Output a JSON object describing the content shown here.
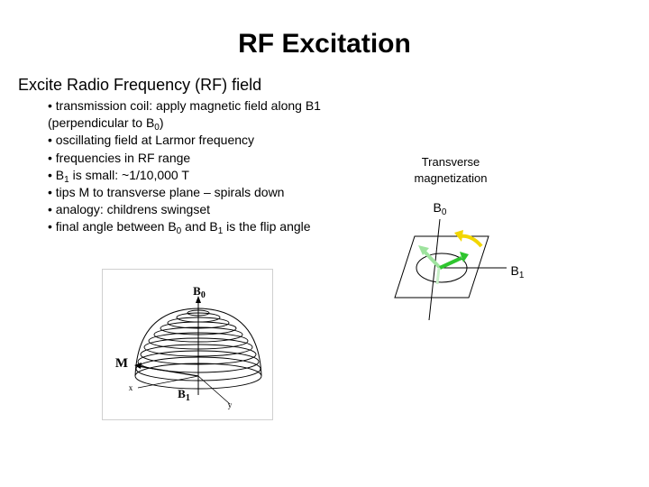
{
  "title": "RF Excitation",
  "subtitle": "Excite Radio Frequency (RF) field",
  "bullets": [
    {
      "text": "• transmission coil: apply magnetic field along B1"
    },
    {
      "pre": "(perpendicular to B",
      "sub": "0",
      "post": ")"
    },
    {
      "text": "• oscillating field at Larmor frequency"
    },
    {
      "text": "• frequencies in RF range"
    },
    {
      "pre": "• B",
      "sub": "1",
      "post": " is small: ~1/10,000 T"
    },
    {
      "text": "• tips M to transverse plane – spirals down"
    },
    {
      "text": "• analogy: childrens swingset"
    },
    {
      "pre": "• final angle between B",
      "sub": "0",
      "mid": " and B",
      "sub2": "1",
      "post": " is the flip angle"
    }
  ],
  "right_diagram": {
    "label_top_line1": "Transverse",
    "label_top_line2": "magnetization",
    "b0_label": "B",
    "b0_sub": "0",
    "b1_label": "B",
    "b1_sub": "1",
    "colors": {
      "yellow": "#f2d600",
      "green": "#2ec52e",
      "light_green": "#9ee39e"
    }
  },
  "left_diagram": {
    "b0_label": "B",
    "b0_sub": "0",
    "m_label": "M",
    "x_label": "x",
    "y_label": "y",
    "b1_label": "B",
    "b1_sub": "1"
  }
}
